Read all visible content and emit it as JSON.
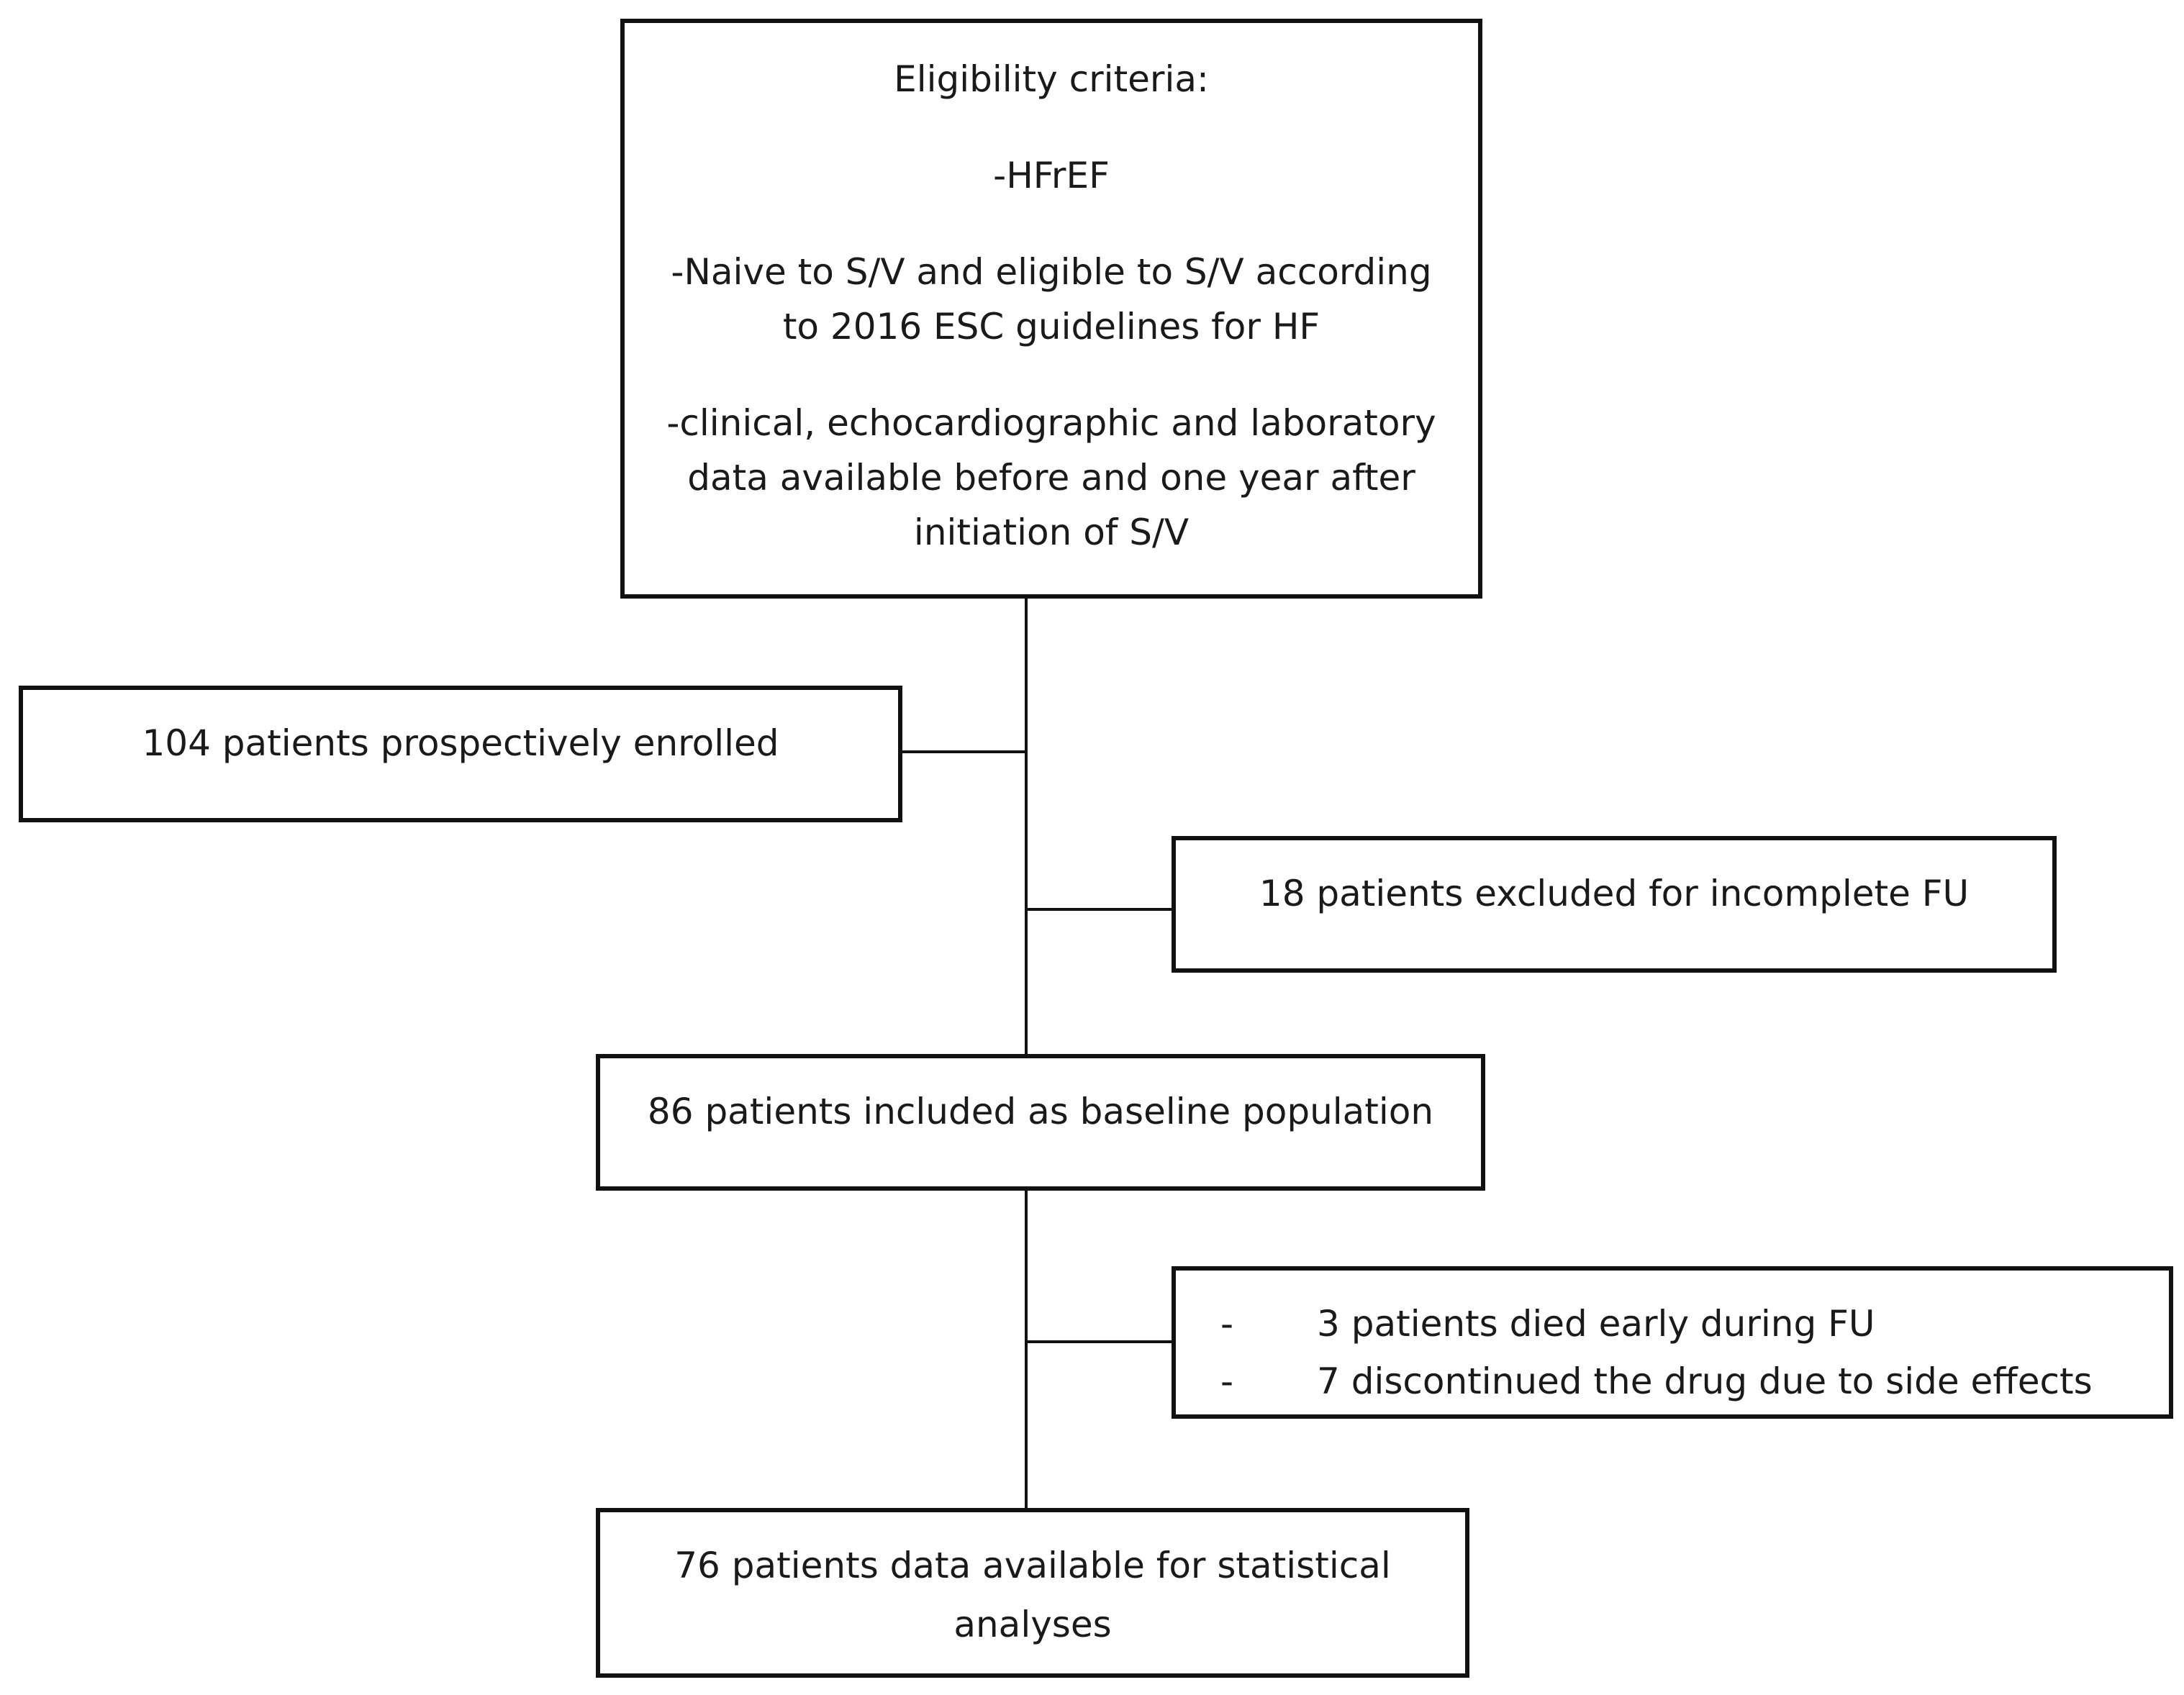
{
  "flowchart": {
    "eligibility": {
      "heading": "Eligibility criteria:",
      "criterion_1": "-HFrEF",
      "criterion_2_line1": "-Naive to S/V and eligible to S/V according",
      "criterion_2_line2": "to 2016 ESC guidelines for HF",
      "criterion_3_line1": "-clinical, echocardiographic and laboratory",
      "criterion_3_line2": "data available before and one year after",
      "criterion_3_line3": "initiation of S/V"
    },
    "enrolled": "104 patients prospectively enrolled",
    "excluded": "18 patients excluded for incomplete FU",
    "baseline": "86 patients included as baseline population",
    "removed": {
      "bullet": "-",
      "items": [
        "3 patients died early during FU",
        "7 discontinued the drug due to side effects"
      ]
    },
    "final_line1": "76 patients data available for statistical",
    "final_line2": "analyses"
  },
  "colors": {
    "border": "#111111",
    "background": "#ffffff",
    "text": "#1a1a1a"
  }
}
